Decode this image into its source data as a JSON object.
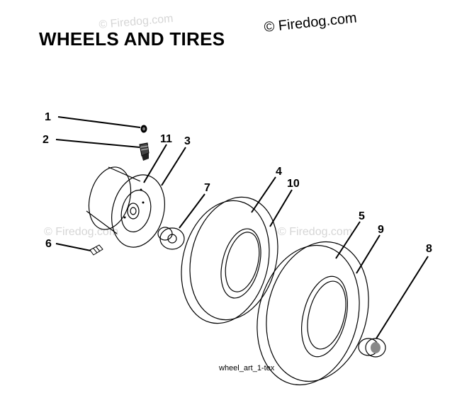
{
  "title": "WHEELS AND TIRES",
  "copyright": "© Firedog.com",
  "watermarks": [
    "© Firedog.com",
    "© Firedog.com",
    "© Firedog.com"
  ],
  "caption": "wheel_art_1-tex",
  "callouts": {
    "c1": "1",
    "c2": "2",
    "c3": "3",
    "c4": "4",
    "c5": "5",
    "c6": "6",
    "c7": "7",
    "c8": "8",
    "c9": "9",
    "c10": "10",
    "c11": "11"
  }
}
